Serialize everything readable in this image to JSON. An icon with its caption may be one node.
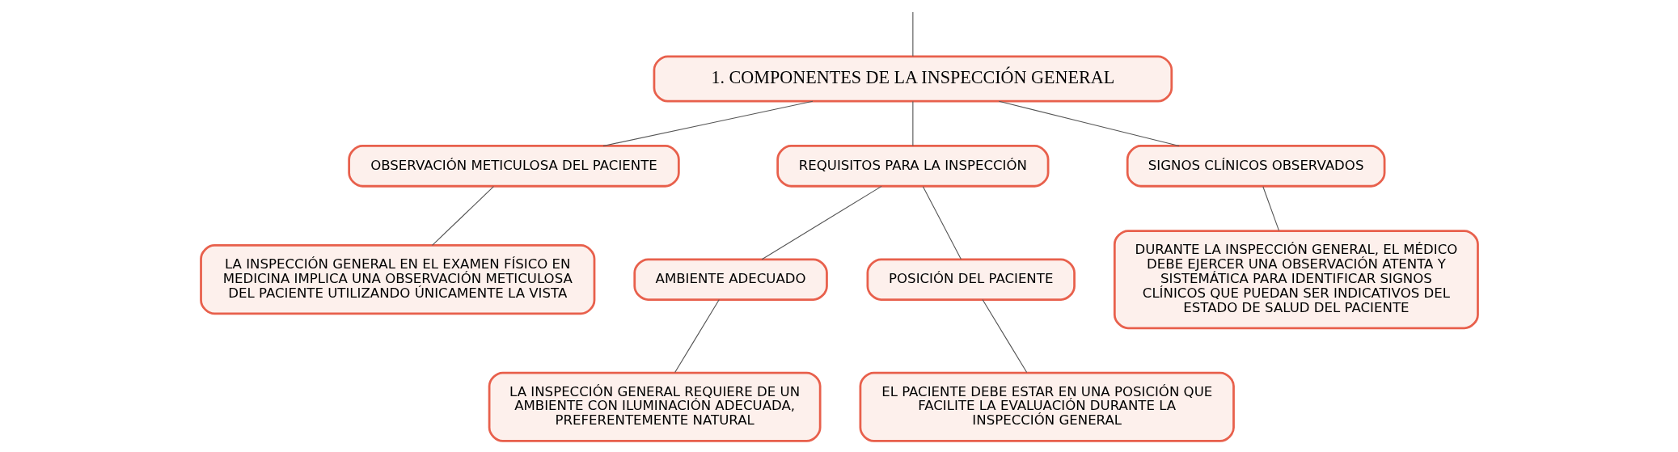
{
  "diagram": {
    "nodes": [
      {
        "text": [
          "1. COMPONENTES DE LA INSPECCIÓN GENERAL"
        ]
      },
      {
        "text": [
          "OBSERVACIÓN METICULOSA DEL PACIENTE"
        ]
      },
      {
        "text": [
          "REQUISITOS PARA LA INSPECCIÓN"
        ]
      },
      {
        "text": [
          "SIGNOS CLÍNICOS OBSERVADOS"
        ]
      },
      {
        "text": [
          "LA INSPECCIÓN GENERAL EN EL EXAMEN FÍSICO EN MEDICINA IMPLICA UNA OBSERVACIÓN METICULOSA DEL PACIENTE UTILIZANDO ÚNICAMENTE LA VISTA"
        ]
      },
      {
        "text": [
          "AMBIENTE ADECUADO"
        ]
      },
      {
        "text": [
          "POSICIÓN DEL PACIENTE"
        ]
      },
      {
        "text": [
          "LA INSPECCIÓN GENERAL REQUIERE DE UN AMBIENTE CON ILUMINACIÓN ADECUADA, PREFERENTEMENTE NATURAL"
        ]
      },
      {
        "text": [
          "EL PACIENTE DEBE ESTAR EN UNA POSICIÓN QUE FACILITE LA EVALUACIÓN DURANTE LA INSPECCIÓN GENERAL"
        ]
      },
      {
        "text": [
          "DURANTE LA INSPECCIÓN GENERAL, EL MÉDICO DEBE EJERCER UNA OBSERVACIÓN ATENTA Y SISTEMÁTICA PARA IDENTIFICAR SIGNOS CLÍNICOS QUE PUEDAN SER INDICATIVOS DEL ESTADO DE SALUD DEL PACIENTE"
        ]
      }
    ],
    "edges": [
      {
        "from": null,
        "to": 0,
        "arrow": "none"
      },
      {
        "from": 0,
        "to": 1,
        "arrow": "none"
      },
      {
        "from": 0,
        "to": 2,
        "arrow": "none"
      },
      {
        "from": 0,
        "to": 3,
        "arrow": "none"
      },
      {
        "from": 1,
        "to": 4,
        "arrow": "none"
      },
      {
        "from": 2,
        "to": 5,
        "arrow": "none"
      },
      {
        "from": 2,
        "to": 6,
        "arrow": "none"
      },
      {
        "from": 5,
        "to": 7,
        "arrow": "none"
      },
      {
        "from": 6,
        "to": 8,
        "arrow": "none"
      },
      {
        "from": 3,
        "to": 9,
        "arrow": "none"
      }
    ]
  }
}
